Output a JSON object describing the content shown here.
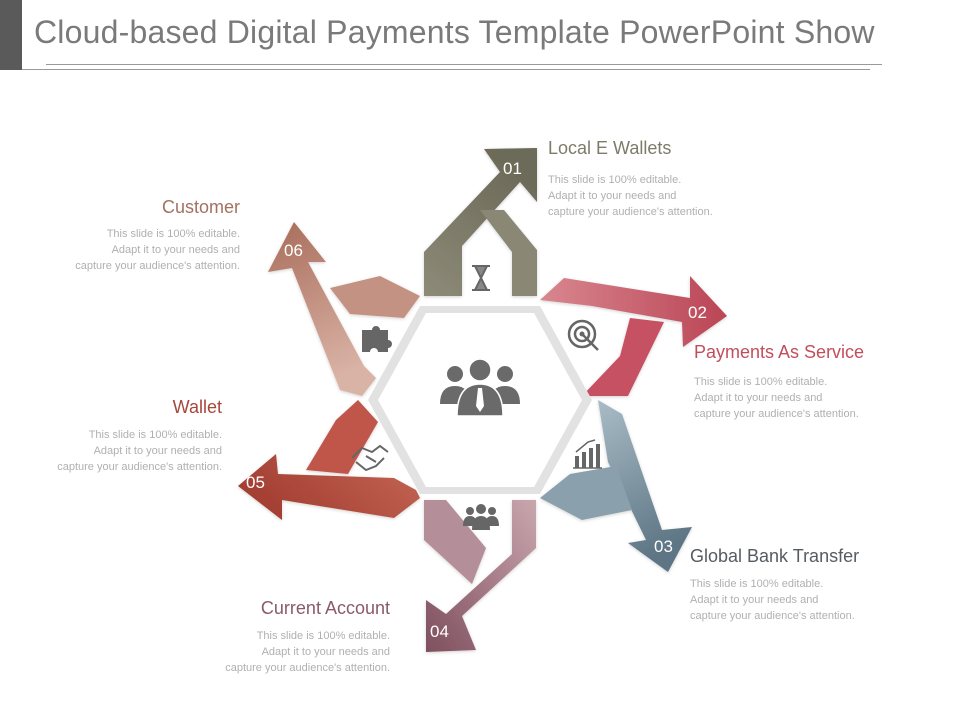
{
  "title": "Cloud-based Digital Payments Template PowerPoint Show",
  "steps": [
    {
      "num": "01",
      "label": "Local E Wallets",
      "desc": "This slide is 100% editable.\nAdapt it to your needs and\ncapture your audience's attention.",
      "color": "#7d7b69"
    },
    {
      "num": "02",
      "label": "Payments As Service",
      "desc": "This slide is 100% editable.\nAdapt it to your needs and\ncapture your audience's attention.",
      "color": "#c24e5c"
    },
    {
      "num": "03",
      "label": "Global Bank Transfer",
      "desc": "This slide is 100% editable.\nAdapt it to your needs and\ncapture your audience's attention.",
      "color": "#6b8190"
    },
    {
      "num": "04",
      "label": "Current Account",
      "desc": "This slide is 100% editable.\nAdapt it to your needs and\ncapture your audience's attention.",
      "color": "#8a5a68"
    },
    {
      "num": "05",
      "label": "Wallet",
      "desc": "This slide is 100% editable.\nAdapt it to your needs and\ncapture your audience's attention.",
      "color": "#a8473b"
    },
    {
      "num": "06",
      "label": "Customer",
      "desc": "This slide is 100% editable.\nAdapt it to your needs and\ncapture your audience's attention.",
      "color": "#a5705f"
    }
  ],
  "icons": {
    "center": "team-icon",
    "s1": "hourglass-icon",
    "s2": "target-icon",
    "s3": "bar-chart-icon",
    "s4": "group-icon",
    "s5": "handshake-icon",
    "s6": "puzzle-icon"
  }
}
